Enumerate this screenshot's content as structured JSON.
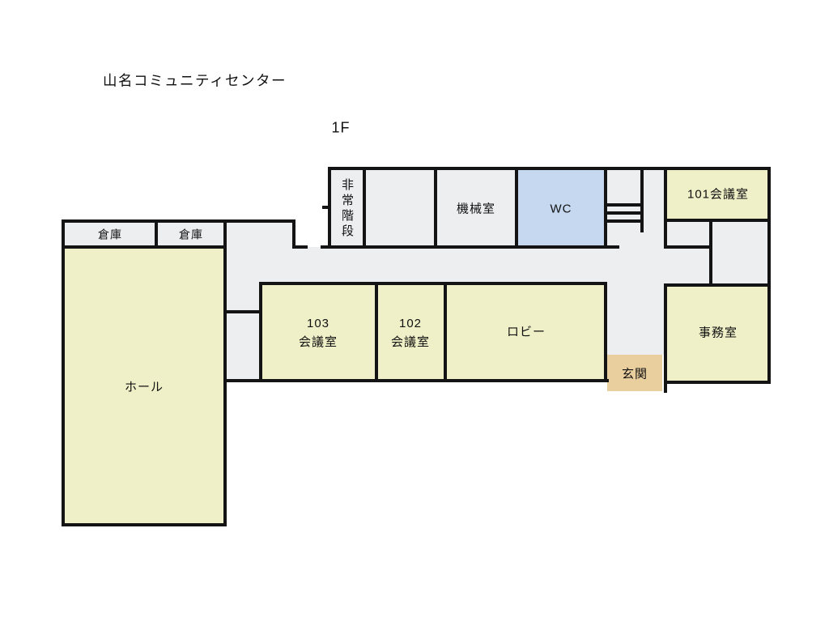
{
  "title": "山名コミュニティセンター",
  "floor_label": "1F",
  "colors": {
    "wall": "#141414",
    "room_yellow": "#eff0c7",
    "room_gray": "#edeef0",
    "room_blue": "#c5d8ef",
    "room_tan": "#eacf9e",
    "background": "#ffffff"
  },
  "rooms": {
    "hall": {
      "label": "ホール"
    },
    "storage_left": {
      "label": "倉庫"
    },
    "storage_right": {
      "label": "倉庫"
    },
    "emergency_stairs": {
      "label": "非常階段"
    },
    "machine_room": {
      "label": "機械室"
    },
    "wc": {
      "label": "WC"
    },
    "meeting_101": {
      "label": "101会議室"
    },
    "meeting_103": {
      "line1": "103",
      "line2": "会議室"
    },
    "meeting_102": {
      "line1": "102",
      "line2": "会議室"
    },
    "lobby": {
      "label": "ロビー"
    },
    "office": {
      "label": "事務室"
    },
    "entrance": {
      "label": "玄関"
    }
  }
}
